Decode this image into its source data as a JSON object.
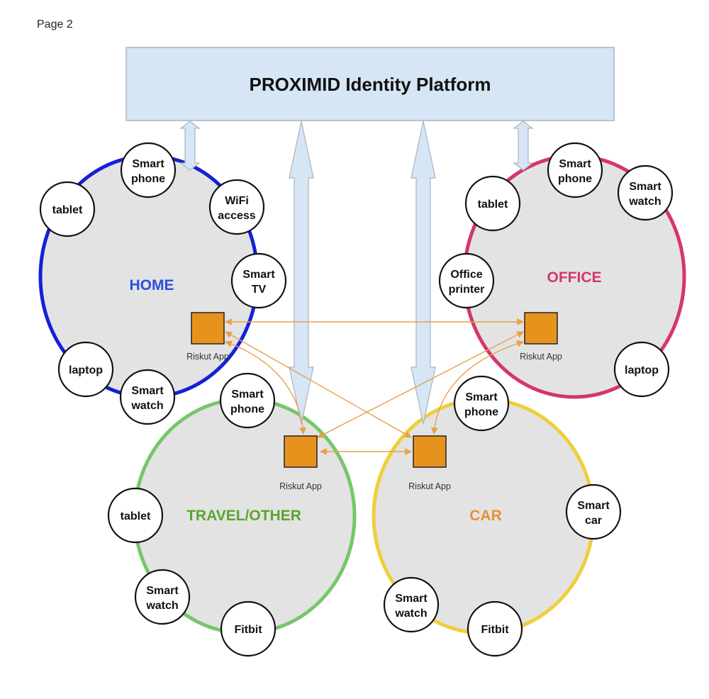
{
  "page_label": "Page 2",
  "platform": {
    "title": "PROXIMID Identity Platform",
    "fill": "#d6e6f4",
    "stroke": "#a9b4bf"
  },
  "app_label": "Riskut App",
  "app_color": "#e8921e",
  "link_color": "#e8a04a",
  "zones": [
    {
      "id": "home",
      "label": "HOME",
      "stroke": "#1420d6",
      "text": "#2b4fe0",
      "devices": [
        [
          "Smart",
          "phone"
        ],
        [
          "WiFi",
          "access"
        ],
        [
          "tablet"
        ],
        [
          "Smart",
          "TV"
        ],
        [
          "laptop"
        ],
        [
          "Smart",
          "watch"
        ]
      ]
    },
    {
      "id": "office",
      "label": "OFFICE",
      "stroke": "#d6356b",
      "text": "#d6356b",
      "devices": [
        [
          "Smart",
          "phone"
        ],
        [
          "Smart",
          "watch"
        ],
        [
          "tablet"
        ],
        [
          "Office",
          "printer"
        ],
        [
          "laptop"
        ]
      ]
    },
    {
      "id": "travel",
      "label": "TRAVEL/OTHER",
      "stroke": "#76c76a",
      "text": "#5aa52f",
      "devices": [
        [
          "Smart",
          "phone"
        ],
        [
          "tablet"
        ],
        [
          "Smart",
          "watch"
        ],
        [
          "Fitbit"
        ]
      ]
    },
    {
      "id": "car",
      "label": "CAR",
      "stroke": "#eecf3a",
      "text": "#e8922e",
      "devices": [
        [
          "Smart",
          "phone"
        ],
        [
          "Smart",
          "car"
        ],
        [
          "Smart",
          "watch"
        ],
        [
          "Fitbit"
        ]
      ]
    }
  ],
  "connections": [
    [
      "home",
      "office"
    ],
    [
      "home",
      "car"
    ],
    [
      "home",
      "travel"
    ],
    [
      "office",
      "travel"
    ],
    [
      "office",
      "car"
    ],
    [
      "travel",
      "car"
    ]
  ]
}
